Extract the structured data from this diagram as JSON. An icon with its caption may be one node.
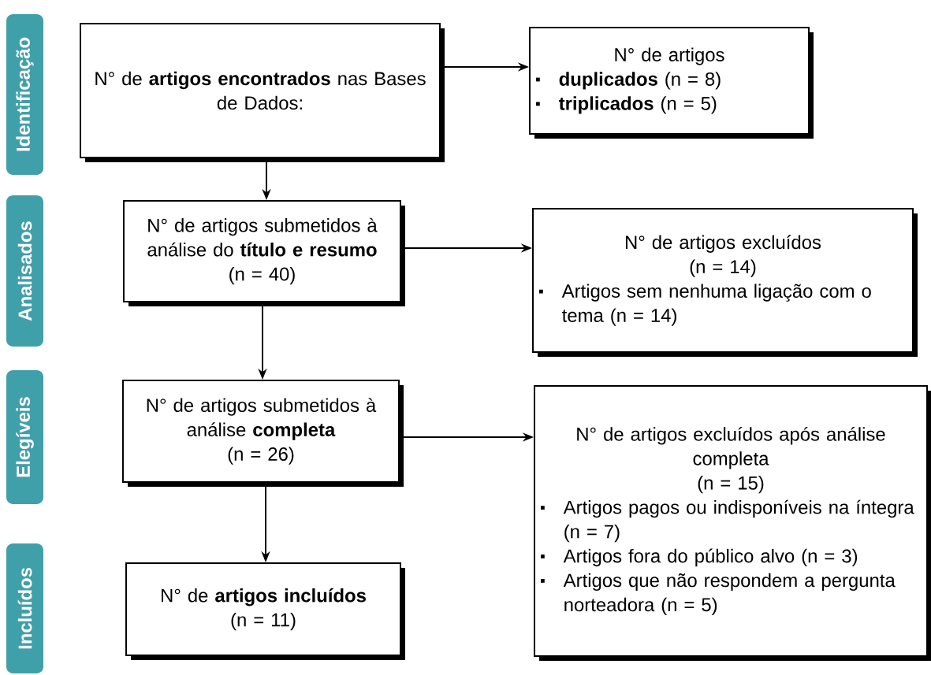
{
  "diagram": {
    "nodes": [
      {
        "text": [
          "Identificação"
        ]
      },
      {
        "text": [
          "N° de **artigos encontrados** nas Bases de Dados:"
        ]
      },
      {
        "text": [
          "N° de artigos",
          "**duplicados** (n = 8)",
          "**triplicados** (n = 5)"
        ]
      },
      {
        "text": [
          "Analisados"
        ]
      },
      {
        "text": [
          "N° de artigos submetidos à análise do **título e resumo**",
          "(n = 40)"
        ]
      },
      {
        "text": [
          "N° de artigos excluídos",
          "(n = 14)",
          "Artigos sem nenhuma ligação com o tema (n = 14)"
        ]
      },
      {
        "text": [
          "Elegíveis"
        ]
      },
      {
        "text": [
          "N° de artigos submetidos à análise **completa**",
          "(n = 26)"
        ]
      },
      {
        "text": [
          "N° de artigos excluídos após análise completa",
          "(n = 15)",
          "Artigos pagos ou indisponíveis na íntegra (n = 7)",
          "Artigos fora do público alvo (n = 3)",
          "Artigos que não respondem a pergunta norteadora (n = 5)"
        ]
      },
      {
        "text": [
          "Incluídos"
        ]
      },
      {
        "text": [
          "N° de **artigos incluídos**",
          "(n = 11)"
        ]
      }
    ],
    "edges": [
      {
        "from": 1,
        "to": 2,
        "arrow": "to"
      },
      {
        "from": 1,
        "to": 4,
        "arrow": "to"
      },
      {
        "from": 4,
        "to": 5,
        "arrow": "to"
      },
      {
        "from": 4,
        "to": 7,
        "arrow": "to"
      },
      {
        "from": 7,
        "to": 8,
        "arrow": "to"
      },
      {
        "from": 7,
        "to": 10,
        "arrow": "to"
      }
    ]
  }
}
